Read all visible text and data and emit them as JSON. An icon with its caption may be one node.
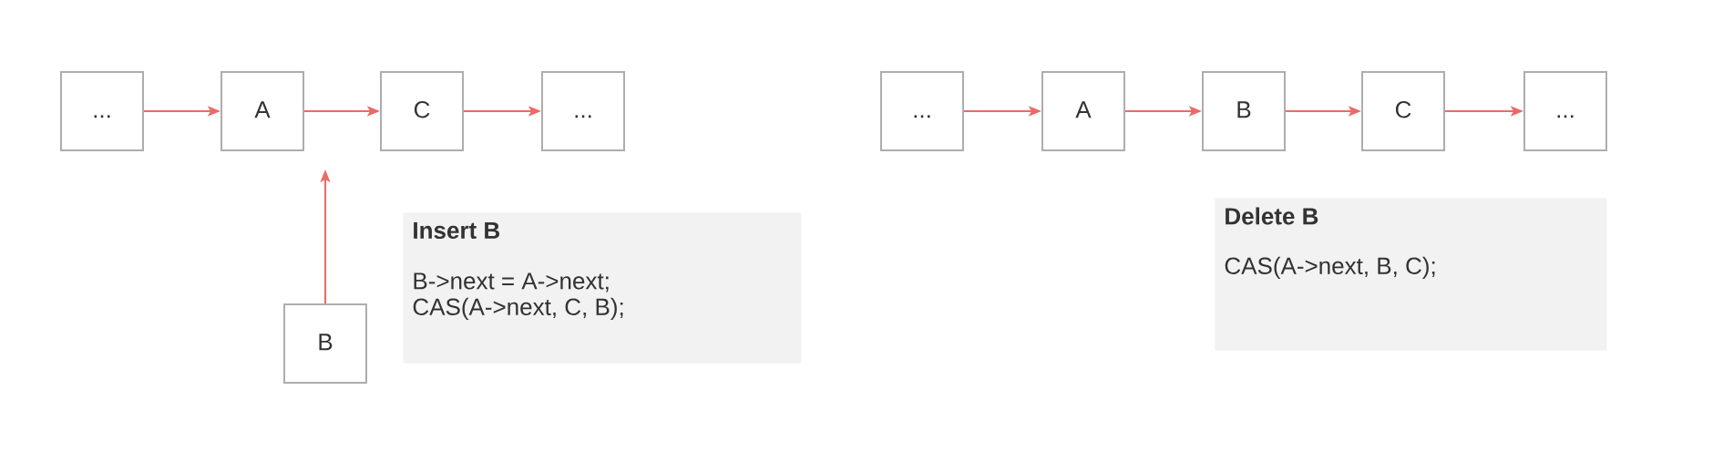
{
  "diagram": {
    "nodes": [
      {
        "text": [
          "..."
        ]
      },
      {
        "text": [
          "A"
        ]
      },
      {
        "text": [
          "C"
        ]
      },
      {
        "text": [
          "..."
        ]
      },
      {
        "text": [
          "..."
        ]
      },
      {
        "text": [
          "A"
        ]
      },
      {
        "text": [
          "B"
        ]
      },
      {
        "text": [
          "C"
        ]
      },
      {
        "text": [
          "..."
        ]
      },
      {
        "text": [
          "B"
        ]
      },
      {
        "text": [
          "Insert B",
          "B->next = A->next;",
          "CAS(A->next, C, B);"
        ]
      },
      {
        "text": [
          "Delete B",
          "CAS(A->next, B, C);"
        ]
      }
    ],
    "edges": [
      {
        "from": 0,
        "to": 1,
        "arrow": "to"
      },
      {
        "from": 1,
        "to": 2,
        "arrow": "to"
      },
      {
        "from": 2,
        "to": 3,
        "arrow": "to"
      },
      {
        "from": 4,
        "to": 5,
        "arrow": "to"
      },
      {
        "from": 5,
        "to": 6,
        "arrow": "to"
      },
      {
        "from": 6,
        "to": 7,
        "arrow": "to"
      },
      {
        "from": 7,
        "to": 8,
        "arrow": "to"
      },
      {
        "from": 9,
        "to": null,
        "arrow": "to"
      }
    ]
  }
}
